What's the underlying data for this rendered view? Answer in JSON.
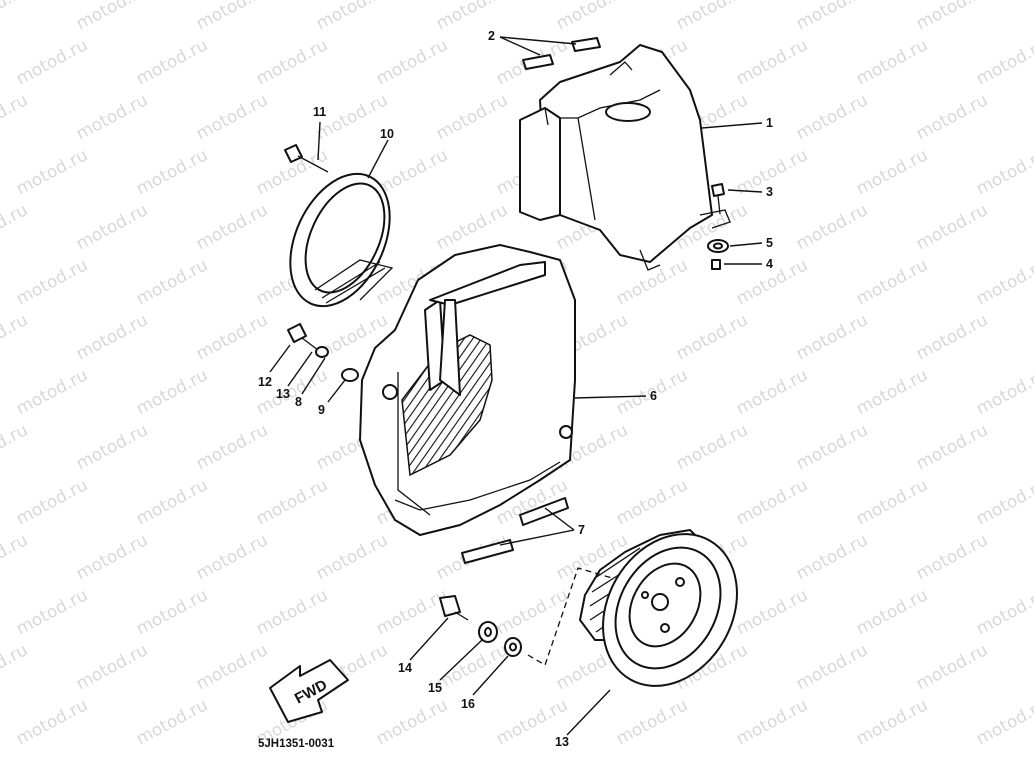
{
  "watermark": {
    "text": "motod.ru"
  },
  "diagram_code": "5JH1351-0031",
  "fwd_arrow_label": "FWD",
  "callouts": [
    {
      "id": "c1",
      "label": "1"
    },
    {
      "id": "c2",
      "label": "2"
    },
    {
      "id": "c3",
      "label": "3"
    },
    {
      "id": "c4",
      "label": "4"
    },
    {
      "id": "c5",
      "label": "5"
    },
    {
      "id": "c6",
      "label": "6"
    },
    {
      "id": "c7",
      "label": "7"
    },
    {
      "id": "c8",
      "label": "8"
    },
    {
      "id": "c9",
      "label": "9"
    },
    {
      "id": "c10",
      "label": "10"
    },
    {
      "id": "c11",
      "label": "11"
    },
    {
      "id": "c12",
      "label": "12"
    },
    {
      "id": "c13a",
      "label": "13"
    },
    {
      "id": "c13b",
      "label": "13"
    },
    {
      "id": "c14",
      "label": "14"
    },
    {
      "id": "c15",
      "label": "15"
    },
    {
      "id": "c16",
      "label": "16"
    }
  ],
  "colors": {
    "ink": "#111111",
    "paper": "#ffffff",
    "watermark": "#b9b9b9"
  }
}
